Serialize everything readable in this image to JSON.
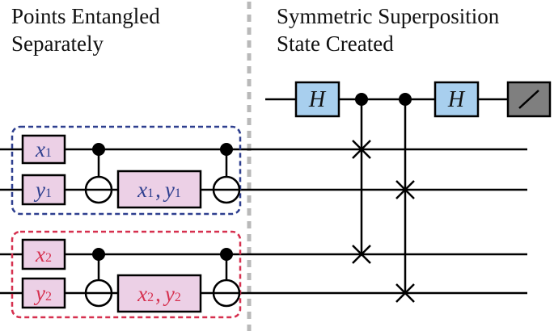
{
  "headings": {
    "left_line1": "Points Entangled",
    "left_line2": "Separately",
    "right_line1": "Symmetric Superposition",
    "right_line2": "State Created"
  },
  "colors": {
    "group1": "#2e3f8f",
    "group2": "#d6304f",
    "register_fill": "#ecd0e6",
    "hadamard_fill": "#a8cfee",
    "measure_fill": "#7f7f7f",
    "divider": "#b9b9b9",
    "wire": "#000000"
  },
  "gates": {
    "x1": {
      "var": "x",
      "sub": "1"
    },
    "y1": {
      "var": "y",
      "sub": "1"
    },
    "x1y1": {
      "var1": "x",
      "sub1": "1",
      "sep": ",",
      "var2": "y",
      "sub2": "1"
    },
    "x2": {
      "var": "x",
      "sub": "2"
    },
    "y2": {
      "var": "y",
      "sub": "2"
    },
    "x2y2": {
      "var1": "x",
      "sub1": "2",
      "sep": ",",
      "var2": "y",
      "sub2": "2"
    },
    "hadamard": "H"
  }
}
